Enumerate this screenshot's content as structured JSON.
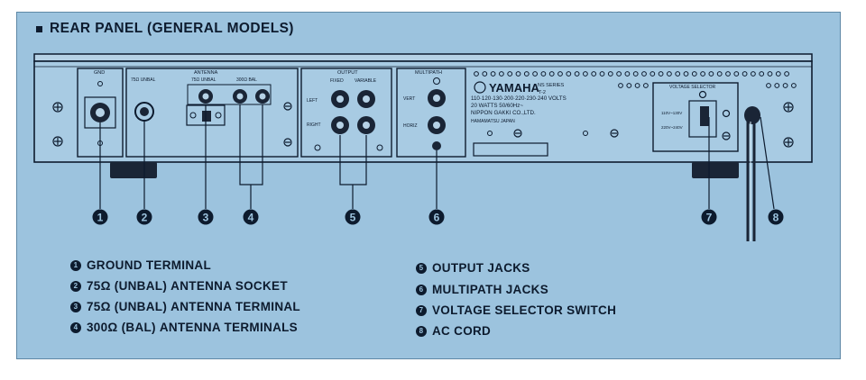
{
  "title": "REAR PANEL (GENERAL MODELS)",
  "panel_labels": {
    "gnd": "GND",
    "antenna": "ANTENNA",
    "unbal_75_left": "75Ω UNBAL",
    "unbal_75_right": "75Ω UNBAL",
    "bal_300": "300Ω BAL",
    "output": "OUTPUT",
    "fixed": "FIXED",
    "variable": "VARIABLE",
    "left": "LEFT",
    "right": "RIGHT",
    "multipath": "MULTIPATH",
    "vert": "VERT",
    "horiz": "HORIZ",
    "voltage_selector": "VOLTAGE SELECTOR",
    "v110_130": "110V~130V",
    "v220_240": "220V~240V"
  },
  "nameplate": {
    "brand": "YAMAHA",
    "series": "NS SERIES",
    "model": "T-2",
    "voltages": "110·120·130·200·220·230·240 VOLTS",
    "watts": "20 WATTS  50/60Hz~",
    "maker": "NIPPON GAKKI CO.,LTD.",
    "city": "HAMAMATSU JAPAN"
  },
  "callouts": [
    "1",
    "2",
    "3",
    "4",
    "5",
    "6",
    "7",
    "8"
  ],
  "legend": [
    {
      "num": "1",
      "label": "GROUND TERMINAL"
    },
    {
      "num": "2",
      "label": "75Ω (UNBAL) ANTENNA SOCKET"
    },
    {
      "num": "3",
      "label": "75Ω (UNBAL) ANTENNA TERMINAL"
    },
    {
      "num": "4",
      "label": "300Ω (BAL) ANTENNA TERMINALS"
    },
    {
      "num": "5",
      "label": "OUTPUT JACKS"
    },
    {
      "num": "6",
      "label": "MULTIPATH JACKS"
    },
    {
      "num": "7",
      "label": "VOLTAGE SELECTOR SWITCH"
    },
    {
      "num": "8",
      "label": "AC CORD"
    }
  ],
  "colors": {
    "background": "#9cc3de",
    "ink": "#0d1b2e"
  }
}
